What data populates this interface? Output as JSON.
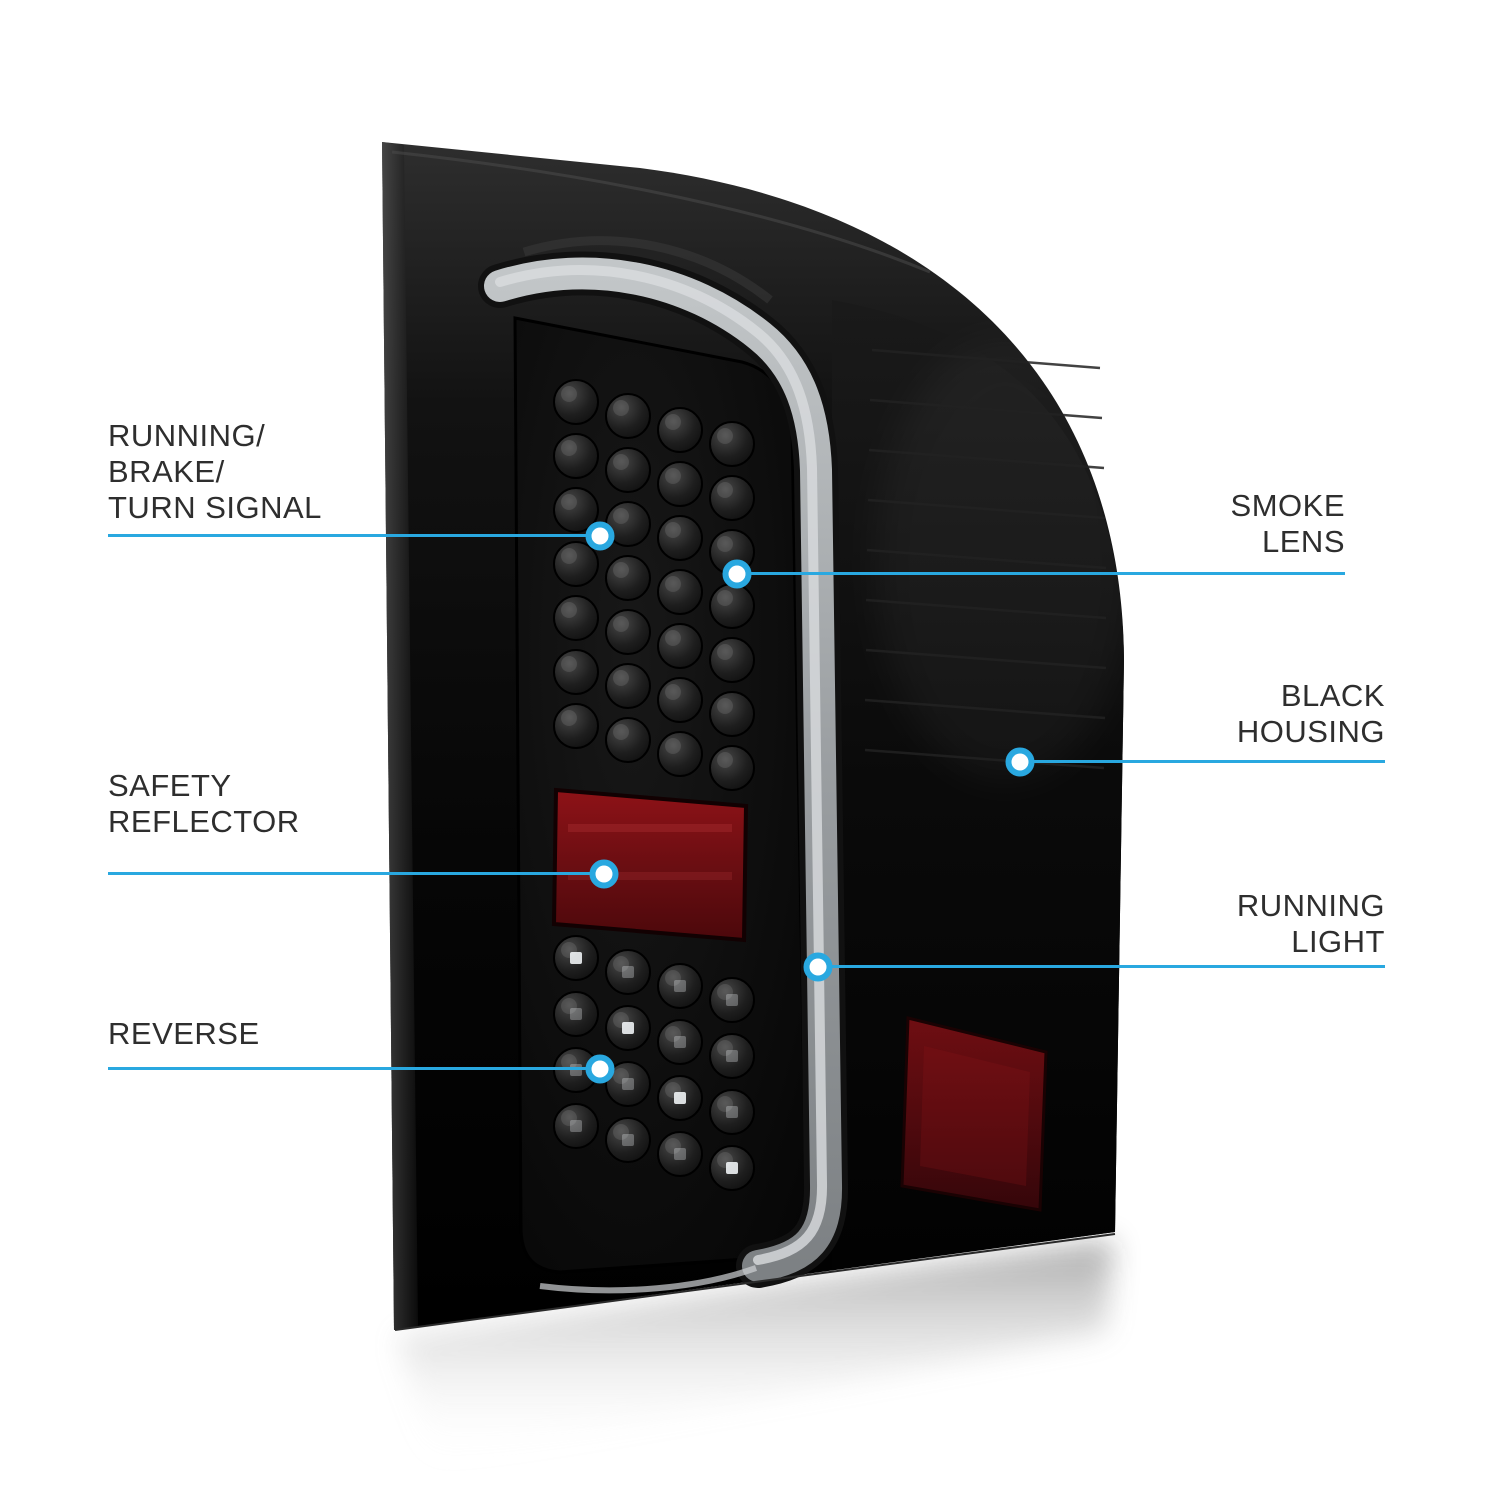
{
  "diagram_type": "annotated-product-diagram",
  "subject": "led-tail-light",
  "colors": {
    "accent": "#29a8e0",
    "text": "#2e2e2e",
    "background": "#ffffff",
    "housing_black": "#0a0a0a",
    "light_bar_gray": "#b9bdc0",
    "reflector_red": "#7a1013"
  },
  "callouts": [
    {
      "id": "running-brake-turn-signal",
      "side": "left",
      "label": "RUNNING/\nBRAKE/\nTURN SIGNAL"
    },
    {
      "id": "safety-reflector",
      "side": "left",
      "label": "SAFETY\nREFLECTOR"
    },
    {
      "id": "reverse",
      "side": "left",
      "label": "REVERSE"
    },
    {
      "id": "smoke-lens",
      "side": "right",
      "label": "SMOKE\nLENS"
    },
    {
      "id": "black-housing",
      "side": "right",
      "label": "BLACK\nHOUSING"
    },
    {
      "id": "running-light",
      "side": "right",
      "label": "RUNNING\nLIGHT"
    }
  ]
}
